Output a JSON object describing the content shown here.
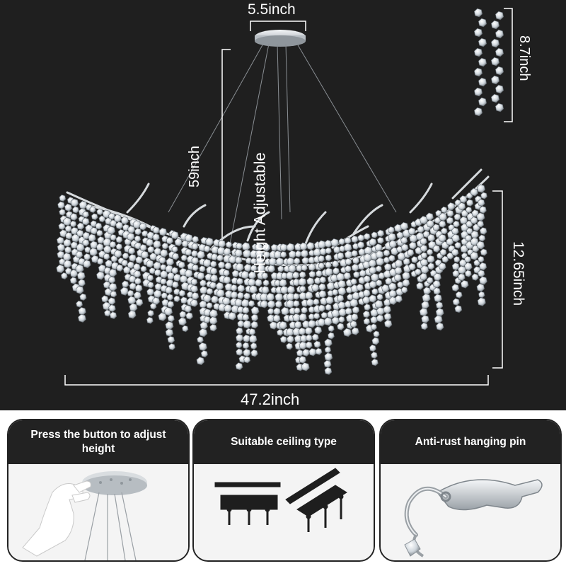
{
  "dimensions": {
    "canopy_width": "5.5inch",
    "hanging_height": "59inch",
    "height_adjustable": "Height Adjustable",
    "strand_length": "8.7inch",
    "fixture_height": "12.65inch",
    "fixture_width": "47.2inch"
  },
  "features": [
    {
      "title": "Press the button to adjust height"
    },
    {
      "title": "Suitable ceiling type"
    },
    {
      "title": "Anti-rust hanging pin"
    }
  ],
  "colors": {
    "background_top": "#1f1f1f",
    "card_header": "#222222",
    "dimension_lines": "#ffffff",
    "crystal": "#e8eef2",
    "chrome": "#c8ccd0"
  }
}
